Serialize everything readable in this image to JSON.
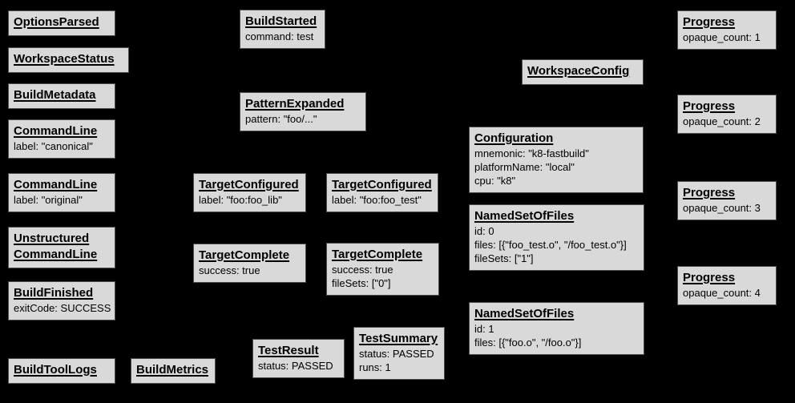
{
  "diagram": {
    "description": "Bazel Build Event Protocol event graph",
    "colors": {
      "background": "#000000",
      "box_fill": "#d9d9d9",
      "box_border": "#4d4d4d",
      "text": "#000000"
    }
  },
  "boxes": [
    {
      "title": "OptionsParsed",
      "lines": []
    },
    {
      "title": "WorkspaceStatus",
      "lines": []
    },
    {
      "title": "BuildMetadata",
      "lines": []
    },
    {
      "title": "CommandLine",
      "lines": [
        "label: \"canonical\""
      ]
    },
    {
      "title": "CommandLine",
      "lines": [
        "label: \"original\""
      ]
    },
    {
      "title": "Unstructured CommandLine",
      "lines": []
    },
    {
      "title": "BuildFinished",
      "lines": [
        "exitCode: SUCCESS"
      ]
    },
    {
      "title": "BuildToolLogs",
      "lines": []
    },
    {
      "title": "BuildMetrics",
      "lines": []
    },
    {
      "title": "BuildStarted",
      "lines": [
        "command: test"
      ]
    },
    {
      "title": "PatternExpanded",
      "lines": [
        "pattern: \"foo/...\""
      ]
    },
    {
      "title": "TargetConfigured",
      "lines": [
        "label: \"foo:foo_lib\""
      ]
    },
    {
      "title": "TargetConfigured",
      "lines": [
        "label: \"foo:foo_test\""
      ]
    },
    {
      "title": "TargetComplete",
      "lines": [
        "success: true"
      ]
    },
    {
      "title": "TargetComplete",
      "lines": [
        "success: true",
        "fileSets: [\"0\"]"
      ]
    },
    {
      "title": "TestResult",
      "lines": [
        "status: PASSED"
      ]
    },
    {
      "title": "TestSummary",
      "lines": [
        "status: PASSED",
        "runs: 1"
      ]
    },
    {
      "title": "WorkspaceConfig",
      "lines": []
    },
    {
      "title": "Configuration",
      "lines": [
        "mnemonic: \"k8-fastbuild\"",
        "platformName: \"local\"",
        "cpu: \"k8\""
      ]
    },
    {
      "title": "NamedSetOfFiles",
      "lines": [
        "id: 0",
        "files: [{\"foo_test.o\", \"/foo_test.o\"}]",
        "fileSets: [\"1\"]"
      ]
    },
    {
      "title": "NamedSetOfFiles",
      "lines": [
        "id: 1",
        "files: [{\"foo.o\", \"/foo.o\"}]"
      ]
    },
    {
      "title": "Progress",
      "lines": [
        "opaque_count: 1"
      ]
    },
    {
      "title": "Progress",
      "lines": [
        "opaque_count: 2"
      ]
    },
    {
      "title": "Progress",
      "lines": [
        "opaque_count: 3"
      ]
    },
    {
      "title": "Progress",
      "lines": [
        "opaque_count: 4"
      ]
    }
  ]
}
